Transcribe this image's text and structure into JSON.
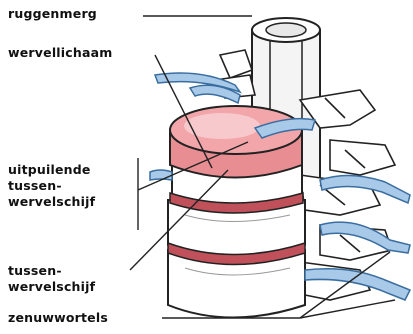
{
  "labels": {
    "spinal_cord": "ruggenmerg",
    "vertebral_body": "wervellichaam",
    "herniated_disc": [
      "uitpuilende",
      "tussen-",
      "wervelschijf"
    ],
    "disc": [
      "tussen-",
      "wervelschijf"
    ],
    "nerve_roots": "zenuwwortels"
  },
  "colors": {
    "bone_fill": "#ffffff",
    "outline": "#222222",
    "disc_top": "#f2a6a9",
    "disc_top_light": "#f7c9cc",
    "disc_band": "#c0505a",
    "nerve_fill": "#a9c9e8",
    "nerve_outline": "#3a6ea0",
    "spinal_cord": "#eeeeee"
  }
}
